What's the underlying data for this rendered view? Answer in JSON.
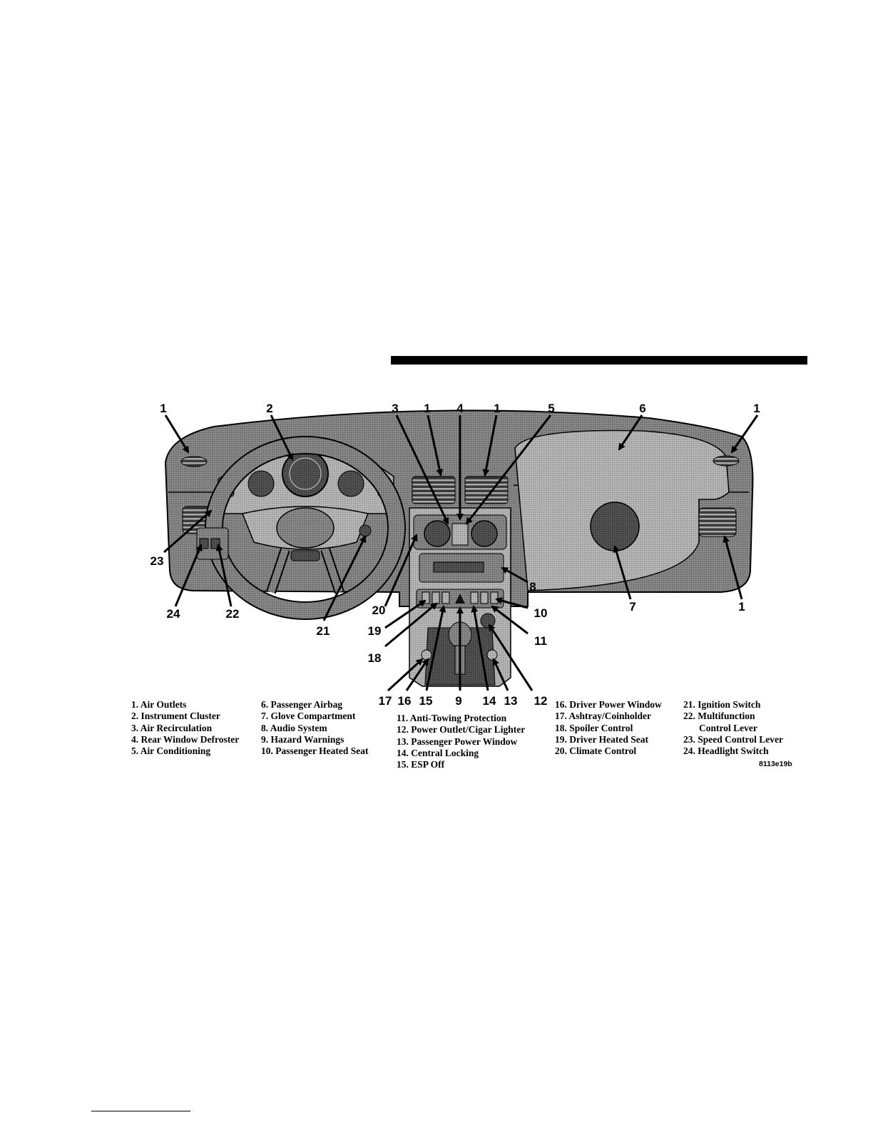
{
  "figure_id": "8113e19b",
  "callout_numbers": [
    "1",
    "2",
    "3",
    "1",
    "4",
    "1",
    "5",
    "6",
    "1",
    "23",
    "24",
    "22",
    "21",
    "20",
    "19",
    "18",
    "17",
    "16",
    "15",
    "9",
    "14",
    "13",
    "12",
    "11",
    "10",
    "8",
    "7",
    "1"
  ],
  "legend": {
    "col1": [
      "1. Air Outlets",
      "2. Instrument Cluster",
      "3. Air Recirculation",
      "4. Rear Window Defroster",
      "5. Air Conditioning"
    ],
    "col2": [
      "6. Passenger Airbag",
      "7. Glove Compartment",
      "8. Audio System",
      "9. Hazard Warnings",
      "10. Passenger Heated Seat"
    ],
    "col3": [
      "11. Anti-Towing Protection",
      "12. Power Outlet/Cigar Lighter",
      "13. Passenger Power Window",
      "14. Central Locking",
      "15. ESP Off"
    ],
    "col4": [
      "16. Driver Power Window",
      "17. Ashtray/Coinholder",
      "18. Spoiler Control",
      "19. Driver Heated Seat",
      "20. Climate Control"
    ],
    "col5": [
      "21. Ignition Switch",
      "22. Multifunction",
      "Control Lever",
      "23. Speed Control Lever",
      "24. Headlight Switch"
    ]
  }
}
